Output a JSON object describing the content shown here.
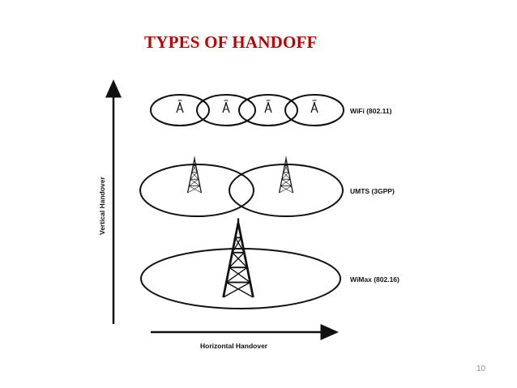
{
  "slide": {
    "title": "TYPES OF HANDOFF",
    "page_number": "10"
  },
  "colors": {
    "title": "#c00000",
    "lines": "#111111"
  },
  "diagram": {
    "y_axis_label": "Vertical Handover",
    "x_axis_label": "Horizontal Handover",
    "networks": [
      {
        "name": "wifi",
        "label": "WiFi (802.11)",
        "cell_count": 4,
        "tower_icon": "small-antenna-icon"
      },
      {
        "name": "umts",
        "label": "UMTS (3GPP)",
        "cell_count": 2,
        "tower_icon": "lattice-tower-icon"
      },
      {
        "name": "wimax",
        "label": "WiMax (802.16)",
        "cell_count": 1,
        "tower_icon": "large-lattice-tower-icon"
      }
    ]
  }
}
